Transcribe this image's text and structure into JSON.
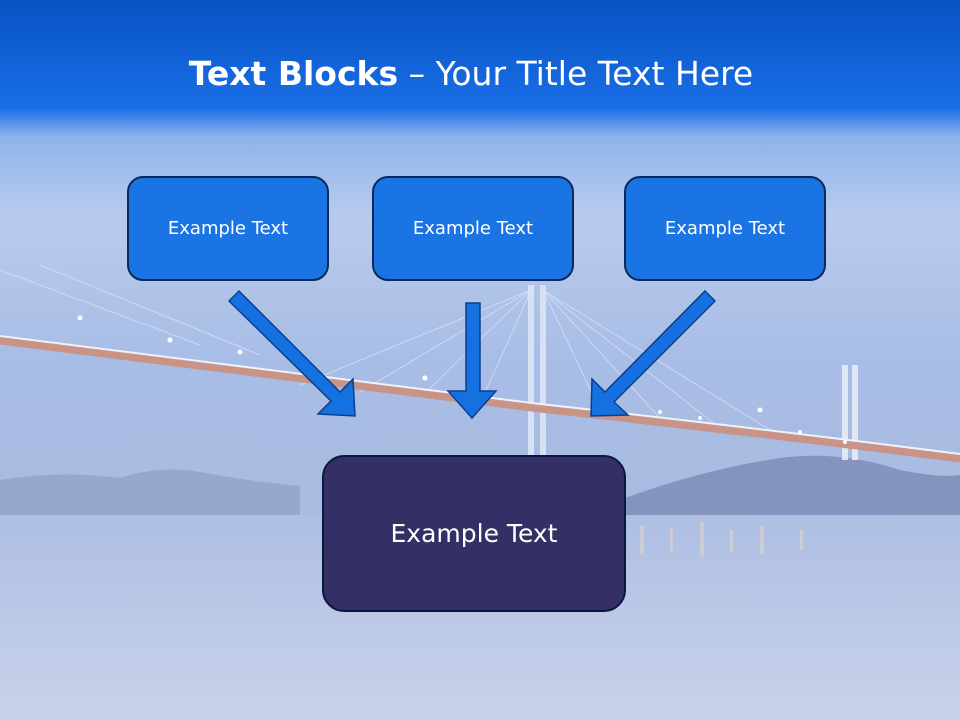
{
  "slide": {
    "title_bold": "Text Blocks",
    "title_rest": " – Your Title Text Here"
  },
  "diagram": {
    "source_boxes": [
      "Example Text",
      "Example Text",
      "Example Text"
    ],
    "target_box": "Example Text"
  },
  "colors": {
    "header_blue": "#0a5fd1",
    "box_blue": "#1a74e3",
    "target_box": "#343066",
    "arrow_blue": "#1570e0"
  }
}
